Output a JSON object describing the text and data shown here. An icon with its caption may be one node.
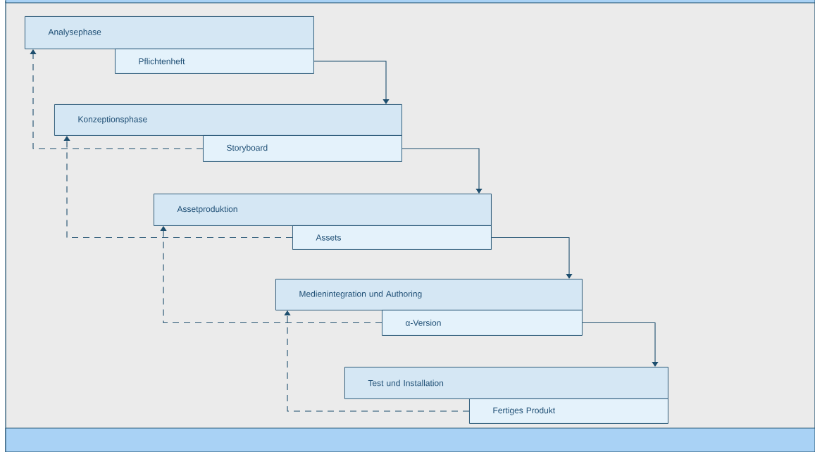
{
  "diagram": {
    "nodes": [
      {
        "text": [
          "Analysephase"
        ]
      },
      {
        "text": [
          "Pflichtenheft"
        ]
      },
      {
        "text": [
          "Konzeptionsphase"
        ]
      },
      {
        "text": [
          "Storyboard"
        ]
      },
      {
        "text": [
          "Assetproduktion"
        ]
      },
      {
        "text": [
          "Assets"
        ]
      },
      {
        "text": [
          "Medienintegration und Authoring"
        ]
      },
      {
        "text": [
          "α-Version"
        ]
      },
      {
        "text": [
          "Test und Installation"
        ]
      },
      {
        "text": [
          "Fertiges Produkt"
        ]
      }
    ],
    "edges": [
      {
        "from": 1,
        "to": 2,
        "arrow": "to"
      },
      {
        "from": 3,
        "to": 4,
        "arrow": "to"
      },
      {
        "from": 5,
        "to": 6,
        "arrow": "to"
      },
      {
        "from": 7,
        "to": 8,
        "arrow": "to"
      },
      {
        "from": 3,
        "to": 0,
        "arrow": "to",
        "style": "dashed"
      },
      {
        "from": 5,
        "to": 2,
        "arrow": "to",
        "style": "dashed"
      },
      {
        "from": 7,
        "to": 4,
        "arrow": "to",
        "style": "dashed"
      },
      {
        "from": 9,
        "to": 6,
        "arrow": "to",
        "style": "dashed"
      }
    ]
  }
}
